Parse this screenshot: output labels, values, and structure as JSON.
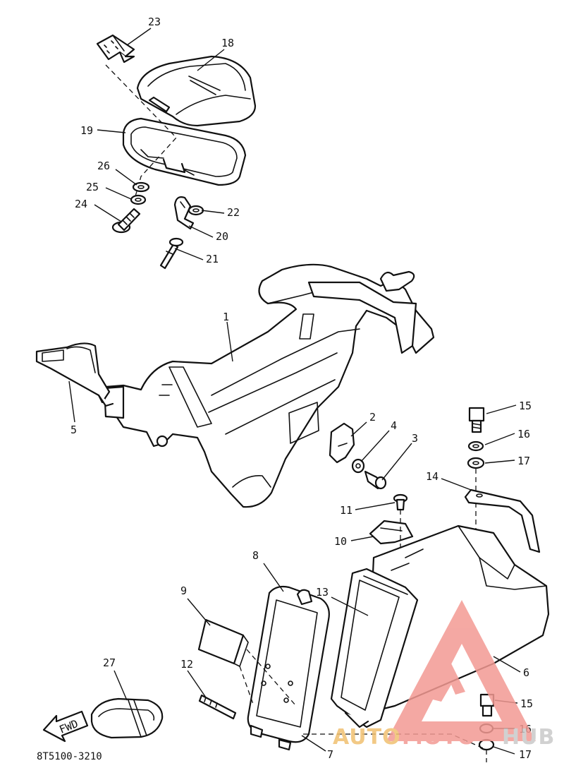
{
  "callouts": [
    {
      "id": "c23",
      "label": "23"
    },
    {
      "id": "c18",
      "label": "18"
    },
    {
      "id": "c19",
      "label": "19"
    },
    {
      "id": "c26",
      "label": "26"
    },
    {
      "id": "c25",
      "label": "25"
    },
    {
      "id": "c24",
      "label": "24"
    },
    {
      "id": "c22",
      "label": "22"
    },
    {
      "id": "c20",
      "label": "20"
    },
    {
      "id": "c21",
      "label": "21"
    },
    {
      "id": "c1",
      "label": "1"
    },
    {
      "id": "c5",
      "label": "5"
    },
    {
      "id": "c2",
      "label": "2"
    },
    {
      "id": "c4",
      "label": "4"
    },
    {
      "id": "c3",
      "label": "3"
    },
    {
      "id": "c15a",
      "label": "15"
    },
    {
      "id": "c16a",
      "label": "16"
    },
    {
      "id": "c17a",
      "label": "17"
    },
    {
      "id": "c14",
      "label": "14"
    },
    {
      "id": "c11",
      "label": "11"
    },
    {
      "id": "c10",
      "label": "10"
    },
    {
      "id": "c8",
      "label": "8"
    },
    {
      "id": "c9",
      "label": "9"
    },
    {
      "id": "c13",
      "label": "13"
    },
    {
      "id": "c6",
      "label": "6"
    },
    {
      "id": "c27",
      "label": "27"
    },
    {
      "id": "c12",
      "label": "12"
    },
    {
      "id": "c15b",
      "label": "15"
    },
    {
      "id": "c16b",
      "label": "16"
    },
    {
      "id": "c17b",
      "label": "17"
    },
    {
      "id": "c7",
      "label": "7"
    }
  ],
  "diagram_code": "8T5100-3210",
  "fwd_label": "FWD",
  "watermark": {
    "text_a": "AUTO",
    "text_b": "MOTO",
    "text_c": "HUB",
    "color_main": "#f39a93",
    "color_alt": "#f0c070"
  }
}
